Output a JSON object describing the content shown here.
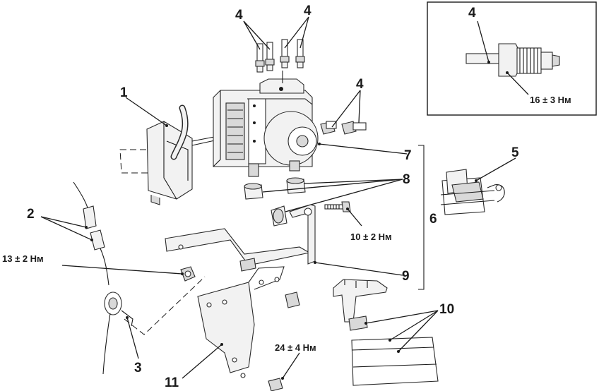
{
  "callouts": {
    "n1": "1",
    "n2": "2",
    "n3": "3",
    "n4a": "4",
    "n4b": "4",
    "n4c": "4",
    "n4inset": "4",
    "n5": "5",
    "n6": "6",
    "n7": "7",
    "n8": "8",
    "n9": "9",
    "n10": "10",
    "n11": "11"
  },
  "torques": {
    "t_inset": "16 ± 3 Нм",
    "t_bolt": "10 ± 2 Нм",
    "t_nut": "13 ± 2 Нм",
    "t_bracket": "24 ± 4 Нм"
  },
  "colors": {
    "ink": "#1a1a1a",
    "part": "#f2f2f2",
    "shade": "#d9d9d9"
  }
}
